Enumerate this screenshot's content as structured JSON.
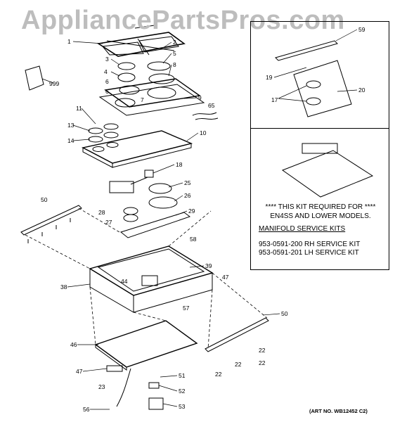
{
  "watermark": "AppliancePartsPros.com",
  "callouts": [
    "1",
    "2",
    "3",
    "4",
    "5",
    "6",
    "7",
    "8",
    "9",
    "10",
    "11",
    "13",
    "14",
    "17",
    "18",
    "19",
    "20",
    "22",
    "22",
    "22",
    "23",
    "25",
    "26",
    "27",
    "28",
    "29",
    "38",
    "39",
    "44",
    "46",
    "47",
    "47",
    "50",
    "50",
    "51",
    "52",
    "53",
    "56",
    "57",
    "58",
    "59",
    "65",
    "999",
    "22",
    "6"
  ],
  "inset": {
    "note_line1": "**** THIS KIT REQUIRED FOR ****",
    "note_line2": "EN4SS AND LOWER MODELS.",
    "kits_title": "MANIFOLD SERVICE KITS",
    "kit_rh": "953-0591-200  RH SERVICE KIT",
    "kit_lh": "953-0591-201  LH SERVICE KIT"
  },
  "art_no": "(ART NO. WB12452 C2)"
}
